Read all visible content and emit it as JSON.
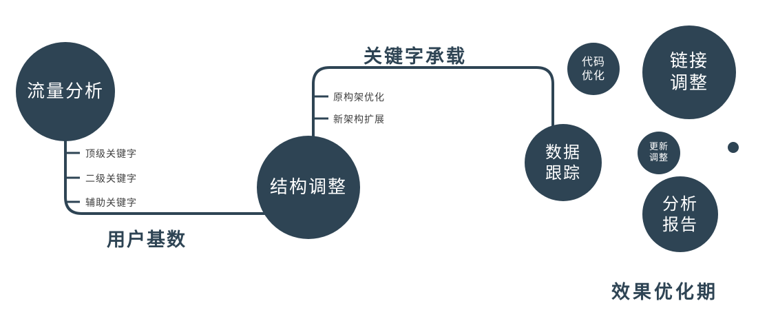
{
  "colors": {
    "primary": "#2e4454",
    "node-text": "#ffffff",
    "branch-text": "#3f3f3f",
    "background": "#ffffff"
  },
  "nodes": {
    "traffic": {
      "label": "流量分析"
    },
    "structure": {
      "label": "结构调整"
    },
    "tracking": {
      "line1": "数据",
      "line2": "跟踪"
    },
    "code": {
      "line1": "代码",
      "line2": "优化"
    },
    "link": {
      "line1": "链接",
      "line2": "调整"
    },
    "update": {
      "line1": "更新",
      "line2": "调整"
    },
    "report": {
      "line1": "分析",
      "line2": "报告"
    }
  },
  "edge_labels": {
    "user_base": "用户基数",
    "keyword_carry": "关键字承载"
  },
  "branches": {
    "traffic": [
      "顶级关键字",
      "二级关键字",
      "辅助关键字"
    ],
    "structure": [
      "原构架优化",
      "新架构扩展"
    ]
  },
  "caption": "效果优化期"
}
